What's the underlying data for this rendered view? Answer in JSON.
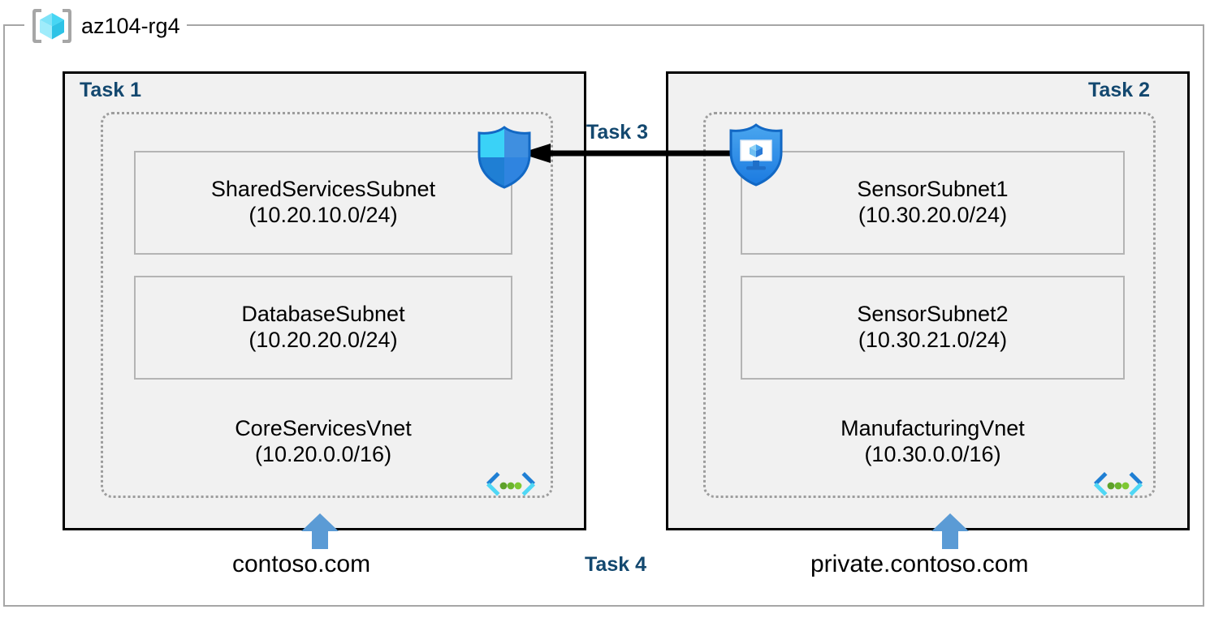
{
  "resource_group": {
    "name": "az104-rg4",
    "icon": "azure-resource-group-icon"
  },
  "colors": {
    "task_label": "#13486f",
    "panel_fill": "#f1f1f1",
    "panel_border": "#000000",
    "vnet_border": "#9d9d9d",
    "subnet_border": "#b4b4b4",
    "frame_border": "#a6a6a6",
    "dns_arrow": "#5b9bd5",
    "peer_arrow": "#000000",
    "cube_cyan": "#32d2f2",
    "shield_blue": "#1f8ff0"
  },
  "tasks": {
    "task1": "Task 1",
    "task2": "Task 2",
    "task3": "Task 3",
    "task4": "Task 4"
  },
  "vnets": [
    {
      "id": "core",
      "name": "CoreServicesVnet",
      "cidr": "(10.20.0.0/16)",
      "subnet_icon": "subnet-code-brackets-icon",
      "subnets": [
        {
          "name": "SharedServicesSubnet",
          "cidr": "(10.20.10.0/24)"
        },
        {
          "name": "DatabaseSubnet",
          "cidr": "(10.20.20.0/24)"
        }
      ]
    },
    {
      "id": "manufacturing",
      "name": "ManufacturingVnet",
      "cidr": "(10.30.0.0/16)",
      "subnet_icon": "subnet-code-brackets-icon",
      "subnets": [
        {
          "name": "SensorSubnet1",
          "cidr": "(10.30.20.0/24)"
        },
        {
          "name": "SensorSubnet2",
          "cidr": "(10.30.21.0/24)"
        }
      ]
    }
  ],
  "icons": {
    "nsg_shield": "network-security-group-shield-icon",
    "peering_shield": "virtual-network-peering-shield-icon",
    "peer_arrow": "peering-arrow-left-icon",
    "dns_arrow_left": "dns-zone-up-arrow-icon",
    "dns_arrow_right": "dns-zone-up-arrow-icon"
  },
  "dns_zones": {
    "public": "contoso.com",
    "private": "private.contoso.com"
  }
}
